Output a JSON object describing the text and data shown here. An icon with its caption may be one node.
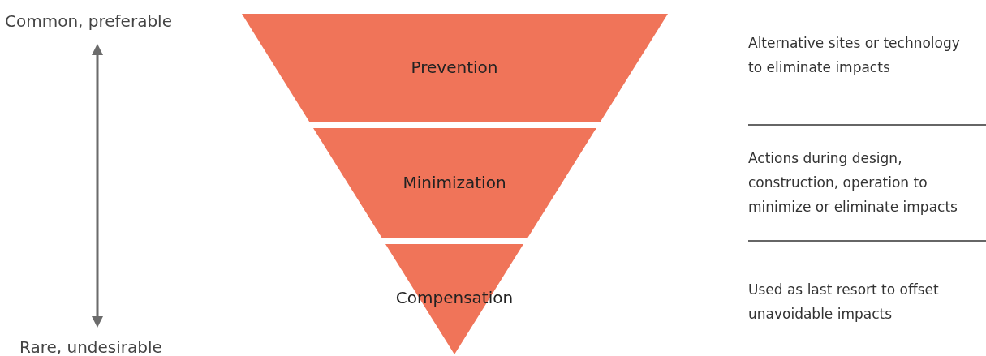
{
  "diagram": {
    "nodes": [
      {
        "text": [
          "Prevention"
        ]
      },
      {
        "text": [
          "Minimization"
        ]
      },
      {
        "text": [
          "Compensation"
        ]
      }
    ],
    "labels": [
      "Common, preferable",
      "Alternative sites or technology to eliminate impacts",
      "Actions during design, construction, operation to minimize or eliminate impacts",
      "Used as last resort to offset unavoidable impacts",
      "Rare, undesirable"
    ]
  }
}
